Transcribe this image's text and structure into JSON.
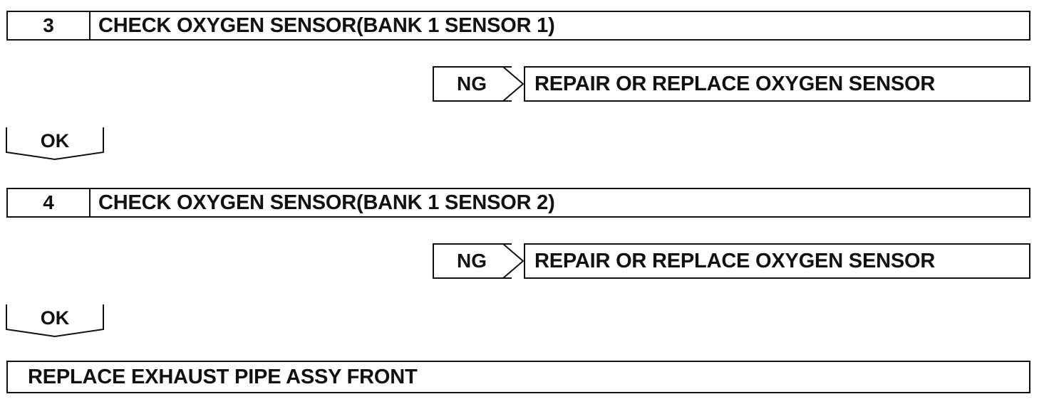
{
  "steps": [
    {
      "number": "3",
      "title": "CHECK OXYGEN SENSOR(BANK 1 SENSOR 1)",
      "ng_label": "NG",
      "ng_result": "REPAIR OR REPLACE OXYGEN SENSOR",
      "ok_label": "OK"
    },
    {
      "number": "4",
      "title": "CHECK OXYGEN SENSOR(BANK 1 SENSOR 2)",
      "ng_label": "NG",
      "ng_result": "REPAIR OR REPLACE OXYGEN SENSOR",
      "ok_label": "OK"
    }
  ],
  "final_action": "REPLACE EXHAUST PIPE ASSY FRONT"
}
